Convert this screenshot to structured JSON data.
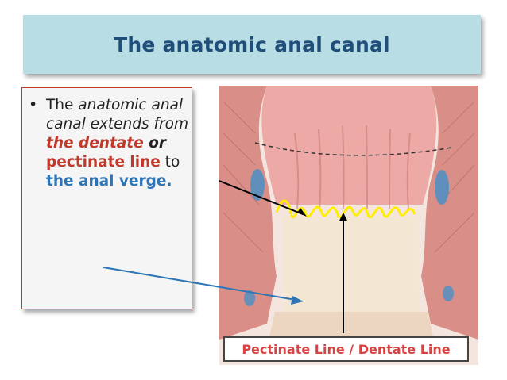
{
  "slide": {
    "title": "The anatomic anal canal",
    "bullet": {
      "symbol": "•",
      "parts": [
        {
          "text": "The ",
          "style": "plain"
        },
        {
          "text": "anatomic anal canal extends from",
          "style": "italic"
        },
        {
          "text": " ",
          "style": "plain"
        },
        {
          "text": "the dentate",
          "style": "red-bold-italic"
        },
        {
          "text": " or",
          "style": "bold-italic"
        },
        {
          "text": " ",
          "style": "plain"
        },
        {
          "text": "pectinate line",
          "style": "red-bold"
        },
        {
          "text": " to ",
          "style": "plain"
        },
        {
          "text": "the anal verge.",
          "style": "blue-bold"
        }
      ]
    }
  },
  "diagram": {
    "caption": "Pectinate Line / Dentate Line",
    "colors": {
      "tissue": "#e8a8a4",
      "mucosa": "#f0c8c0",
      "lower_canal": "#f3e6d3",
      "wavy_line": "#ffee00",
      "caption_text": "#d64545",
      "pointer_arrow": "#2e75b6"
    }
  }
}
